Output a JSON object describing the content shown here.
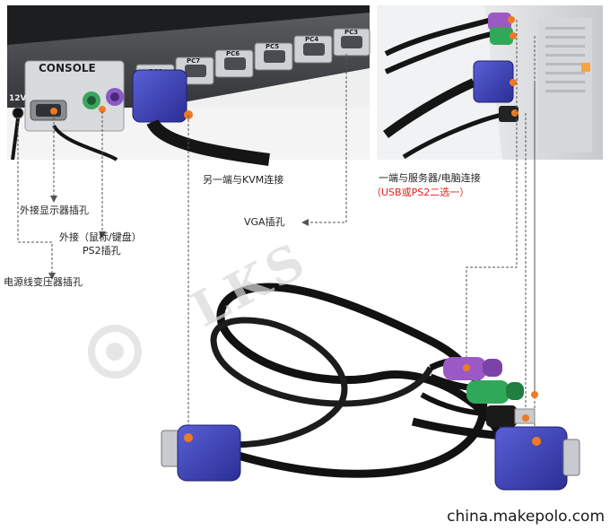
{
  "panel": {
    "console_label": "CONSOLE",
    "power_label": "12V",
    "ports": [
      "PC8",
      "PC7",
      "PC6",
      "PC5",
      "PC4",
      "PC3"
    ]
  },
  "callouts": {
    "kvm_end": "另一端与KVM连接",
    "server_end": "一端与服务器/电脑连接",
    "usb_ps2": "（USB或PS2二选一）",
    "vga_port": "VGA插孔",
    "monitor_port": "外接显示器插孔",
    "ps2_port_line1": "外接（鼠标/键盘）",
    "ps2_port_line2": "PS2插孔",
    "power_port": "电源线变压器插孔"
  },
  "watermark": {
    "brand": "LKS"
  },
  "footer": {
    "site": "china.makepolo.com"
  },
  "colors": {
    "vga_blue": "#3a3fb0",
    "ps2_purple": "#9b59c6",
    "ps2_green": "#2fa85a",
    "marker_orange": "#f07a22",
    "callout_red": "#e0201b"
  }
}
